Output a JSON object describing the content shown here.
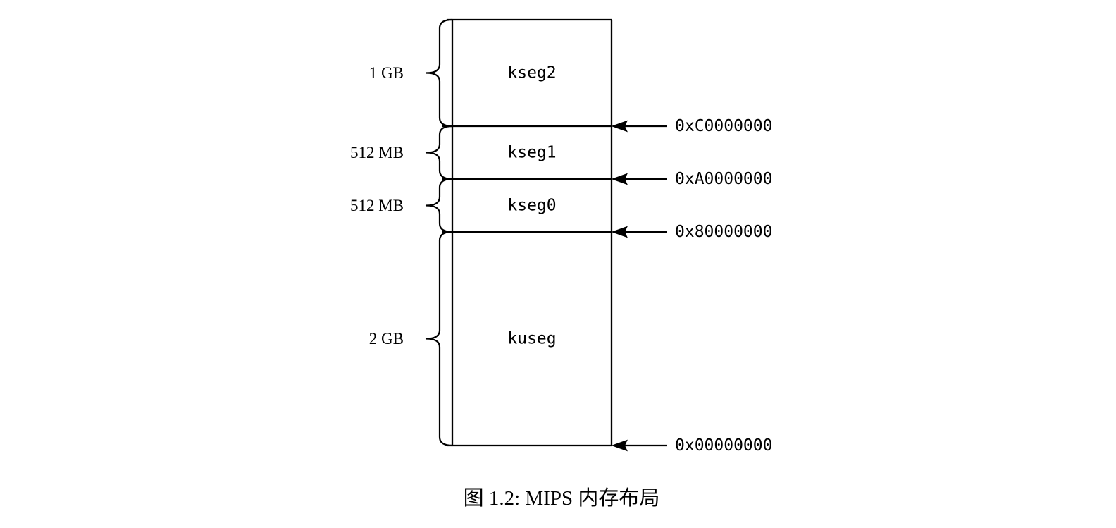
{
  "figure": {
    "caption": "图 1.2: MIPS 内存布局"
  },
  "memory_map": {
    "segments": [
      {
        "label": "kseg2",
        "size": "1 GB"
      },
      {
        "label": "kseg1",
        "size": "512 MB"
      },
      {
        "label": "kseg0",
        "size": "512 MB"
      },
      {
        "label": "kuseg",
        "size": "2 GB"
      }
    ],
    "address_markers": [
      {
        "address": "0xC0000000"
      },
      {
        "address": "0xA0000000"
      },
      {
        "address": "0x80000000"
      },
      {
        "address": "0x00000000"
      }
    ]
  },
  "colors": {
    "stroke": "#000000",
    "background": "#ffffff"
  }
}
